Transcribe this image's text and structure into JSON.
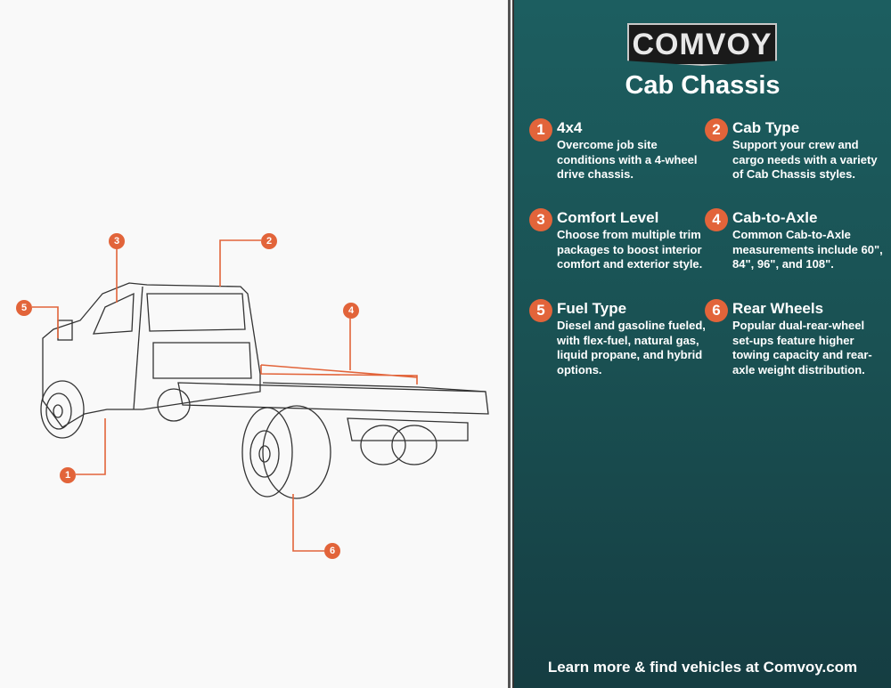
{
  "brand": {
    "logo_text": "COMVOY",
    "title": "Cab Chassis"
  },
  "colors": {
    "accent": "#e2643a",
    "panel_top": "#1c5e60",
    "panel_bottom": "#153d42"
  },
  "features": [
    {
      "num": "1",
      "title": "4x4",
      "desc": "Overcome job site conditions with a 4-wheel drive chassis."
    },
    {
      "num": "2",
      "title": "Cab Type",
      "desc": "Support your crew and cargo needs with a variety of Cab Chassis styles."
    },
    {
      "num": "3",
      "title": "Comfort Level",
      "desc": "Choose from multiple trim packages to boost interior comfort and exterior style."
    },
    {
      "num": "4",
      "title": "Cab-to-Axle",
      "desc": "Common Cab-to-Axle measurements include 60\", 84\", 96\", and 108\"."
    },
    {
      "num": "5",
      "title": "Fuel Type",
      "desc": "Diesel and gasoline fueled, with flex-fuel, natural gas, liquid propane, and hybrid options."
    },
    {
      "num": "6",
      "title": "Rear Wheels",
      "desc": "Popular dual-rear-wheel set-ups feature higher towing capacity and rear-axle weight distribution."
    }
  ],
  "footer": "Learn more & find vehicles at Comvoy.com"
}
